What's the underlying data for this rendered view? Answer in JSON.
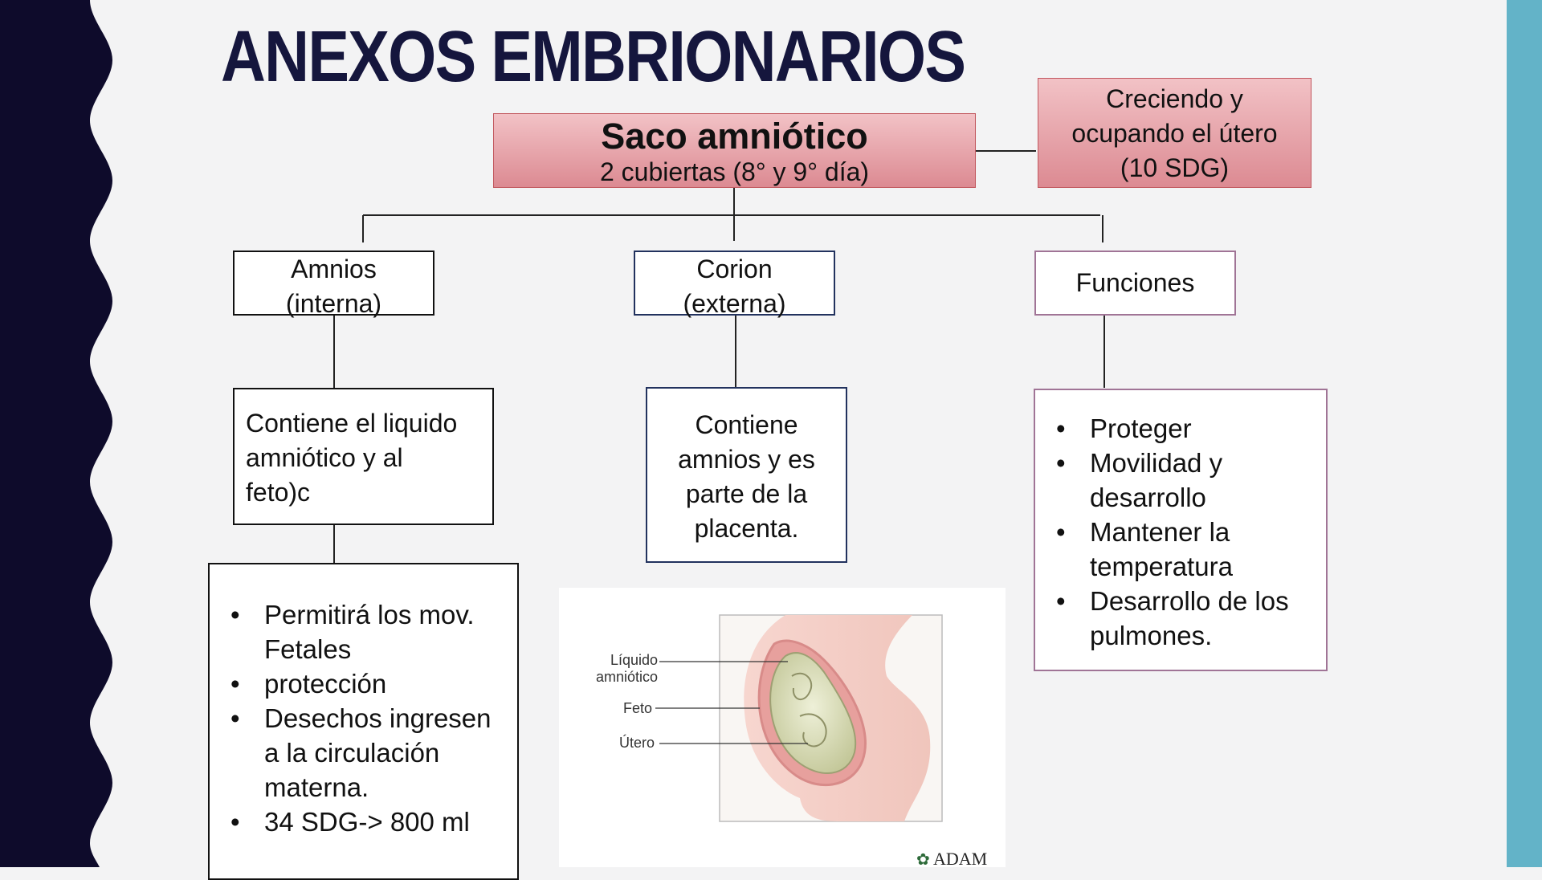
{
  "slide": {
    "title": "ANEXOS EMBRIONARIOS",
    "main_box": {
      "title": "Saco amniótico",
      "subtitle": "2 cubiertas (8° y 9° día)"
    },
    "side_box": {
      "lines": [
        "Creciendo y",
        "ocupando el útero",
        "(10 SDG)"
      ]
    },
    "branches": {
      "amnios": {
        "label_lines": [
          "Amnios",
          "(interna)"
        ],
        "detail_lines": [
          "Contiene el liquido",
          "amniótico y al",
          "feto)c"
        ],
        "bullets": [
          "Permitirá los mov. Fetales",
          "protección",
          "Desechos ingresen a la circulación materna.",
          "34 SDG-> 800 ml"
        ]
      },
      "corion": {
        "label_lines": [
          "Corion",
          "(externa)"
        ],
        "detail_lines": [
          "Contiene",
          "amnios y es",
          "parte de la",
          "placenta."
        ]
      },
      "funciones": {
        "label": "Funciones",
        "bullets": [
          "Proteger",
          "Movilidad y desarrollo",
          "Mantener la temperatura",
          "Desarrollo de los pulmones."
        ]
      }
    },
    "figure": {
      "labels": [
        "Líquido",
        "amniótico",
        "Feto",
        "Útero"
      ],
      "logo": "ADAM"
    },
    "colors": {
      "navy": "#0e0b2b",
      "title": "#15163d",
      "teal": "#63b3c8",
      "pink": "#e3a0a6",
      "corion_border": "#22325e",
      "funciones_border": "#a07496"
    }
  }
}
